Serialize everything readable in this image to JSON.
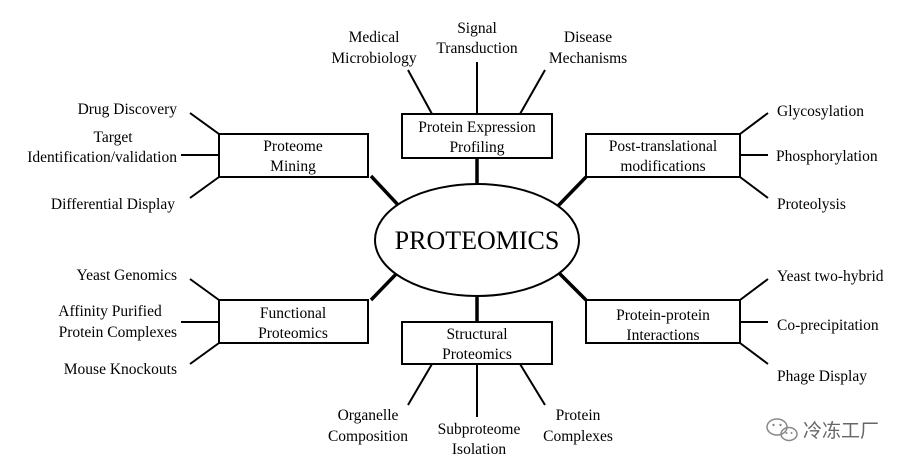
{
  "center": {
    "label": "PROTEOMICS"
  },
  "categories": {
    "protein_expression_profiling": {
      "label": [
        "Protein Expression",
        "Profiling"
      ],
      "leaves": [
        [
          "Medical",
          "Microbiology"
        ],
        [
          "Signal",
          "Transduction"
        ],
        [
          "Disease",
          "Mechanisms"
        ]
      ]
    },
    "proteome_mining": {
      "label": [
        "Proteome",
        "Mining"
      ],
      "leaves": [
        [
          "Drug Discovery"
        ],
        [
          "Target",
          "Identification/validation"
        ],
        [
          "Differential Display"
        ]
      ]
    },
    "post_translational_modifications": {
      "label": [
        "Post-translational",
        "modifications"
      ],
      "leaves": [
        [
          "Glycosylation"
        ],
        [
          "Phosphorylation"
        ],
        [
          "Proteolysis"
        ]
      ]
    },
    "functional_proteomics": {
      "label": [
        "Functional",
        "Proteomics"
      ],
      "leaves": [
        [
          "Yeast Genomics"
        ],
        [
          "Affinity Purified",
          "Protein Complexes"
        ],
        [
          "Mouse Knockouts"
        ]
      ]
    },
    "protein_protein_interactions": {
      "label": [
        "Protein-protein",
        "Interactions"
      ],
      "leaves": [
        [
          "Yeast two-hybrid"
        ],
        [
          "Co-precipitation"
        ],
        [
          "Phage Display"
        ]
      ]
    },
    "structural_proteomics": {
      "label": [
        "Structural",
        "Proteomics"
      ],
      "leaves": [
        [
          "Organelle",
          "Composition"
        ],
        [
          "Subproteome",
          "Isolation"
        ],
        [
          "Protein",
          "Complexes"
        ]
      ]
    }
  },
  "watermark": {
    "icon": "wechat-icon",
    "text": "冷冻工厂"
  }
}
